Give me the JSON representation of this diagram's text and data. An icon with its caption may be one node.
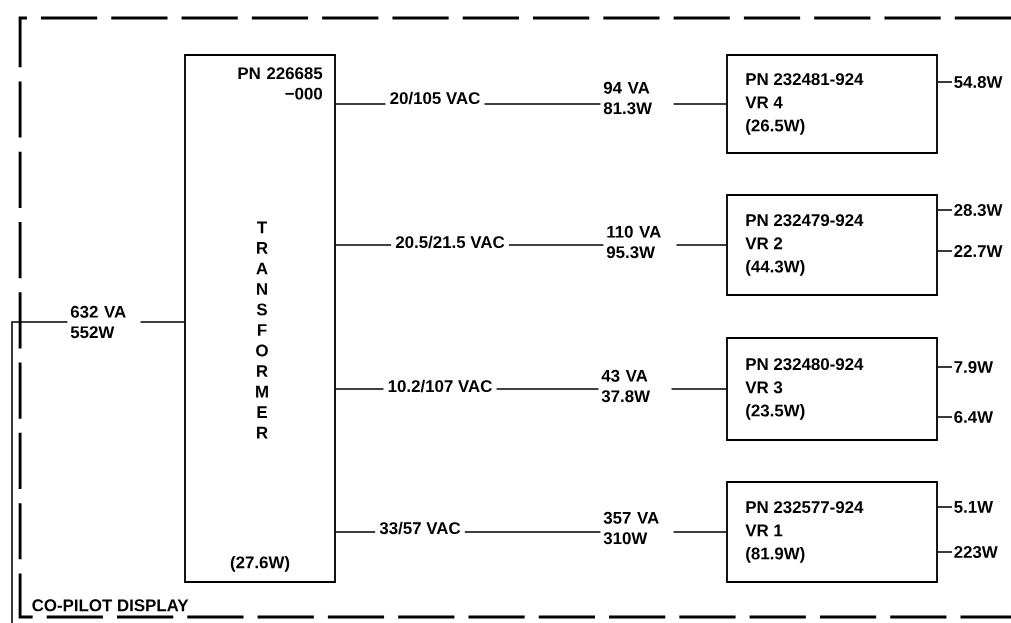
{
  "diagram": {
    "nodes": [
      {
        "text": [
          "CO-PILOT DISPLAY"
        ]
      },
      {
        "text": [
          "PN 226685 −000",
          "TRANSFORMER",
          "(27.6W)"
        ],
        "in": 0
      },
      {
        "text": [
          "PN 232481-924",
          "VR 4",
          "(26.5W)"
        ],
        "in": 0
      },
      {
        "text": [
          "54.8W"
        ],
        "in": 0
      },
      {
        "text": [
          "PN 232479-924",
          "VR 2",
          "(44.3W)"
        ],
        "in": 0
      },
      {
        "text": [
          "28.3W"
        ],
        "in": 0
      },
      {
        "text": [
          "22.7W"
        ],
        "in": 0
      },
      {
        "text": [
          "PN 232480-924",
          "VR 3",
          "(23.5W)"
        ],
        "in": 0
      },
      {
        "text": [
          "7.9W"
        ],
        "in": 0
      },
      {
        "text": [
          "6.4W"
        ],
        "in": 0
      },
      {
        "text": [
          "PN 232577-924",
          "VR 1",
          "(81.9W)"
        ],
        "in": 0
      },
      {
        "text": [
          "5.1W"
        ],
        "in": 0
      },
      {
        "text": [
          "223W"
        ],
        "in": 0
      }
    ],
    "edges": [
      {
        "from": null,
        "to": 1,
        "arrow": "none",
        "label": "632 VA 552W"
      },
      {
        "from": 1,
        "to": 2,
        "arrow": "none",
        "label": "20/105 VAC"
      },
      {
        "from": 1,
        "to": 4,
        "arrow": "none",
        "label": "20.5/21.5 VAC"
      },
      {
        "from": 1,
        "to": 7,
        "arrow": "none",
        "label": "10.2/107 VAC"
      },
      {
        "from": 1,
        "to": 10,
        "arrow": "none",
        "label": "33/57 VAC"
      },
      {
        "from": 2,
        "to": 3,
        "arrow": "none"
      },
      {
        "from": 4,
        "to": 5,
        "arrow": "none"
      },
      {
        "from": 4,
        "to": 6,
        "arrow": "none"
      },
      {
        "from": 7,
        "to": 8,
        "arrow": "none"
      },
      {
        "from": 7,
        "to": 9,
        "arrow": "none"
      },
      {
        "from": 10,
        "to": 11,
        "arrow": "none"
      },
      {
        "from": 10,
        "to": 12,
        "arrow": "none"
      }
    ],
    "labels": [
      "94 VA 81.3W",
      "110 VA 95.3W",
      "43 VA 37.8W",
      "357 VA 310W"
    ]
  }
}
